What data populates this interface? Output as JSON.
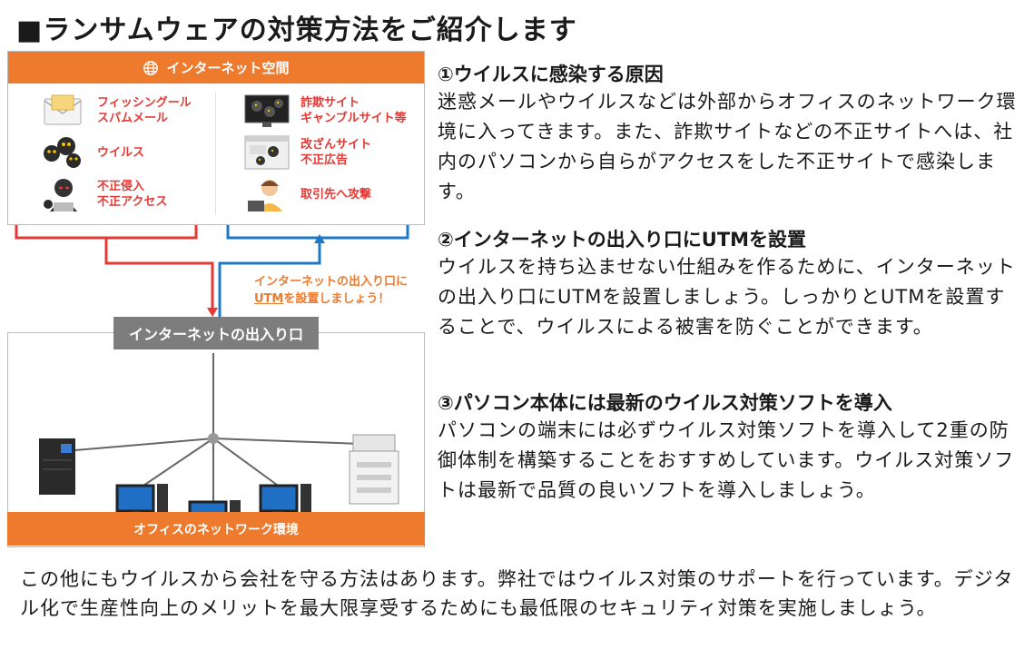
{
  "page": {
    "title": "■ランサムウェアの対策方法をご紹介します"
  },
  "diagram": {
    "header": "インターネット空間",
    "left_threats": [
      {
        "label": "フィッシングール\nスパムメール",
        "icon": "envelope-icon"
      },
      {
        "label": "ウイルス",
        "icon": "virus-icon"
      },
      {
        "label": "不正侵入\n不正アクセス",
        "icon": "hacker-icon"
      }
    ],
    "right_threats": [
      {
        "label": "詐欺サイト\nギャンブルサイト等",
        "icon": "monitor-virus-icon"
      },
      {
        "label": "改ざんサイト\n不正広告",
        "icon": "webpage-virus-icon"
      },
      {
        "label": "取引先へ攻撃",
        "icon": "worried-person-icon"
      }
    ],
    "note_line1": "インターネットの出入り口に",
    "note_line2_u": "UTM",
    "note_line2_rest": "を設置しましょう！",
    "gateway": "インターネットの出入り口",
    "footer": "オフィスのネットワーク環境",
    "colors": {
      "orange": "#ee7a2e",
      "red": "#e53935",
      "blue": "#1e78c8",
      "gray": "#7d7d7d"
    }
  },
  "sections": [
    {
      "heading": "①ウイルスに感染する原因",
      "body": "迷惑メールやウイルスなどは外部からオフィスのネットワーク環境に入ってきます。また、詐欺サイトなどの不正サイトへは、社内のパソコンから自らがアクセスをした不正サイトで感染します。"
    },
    {
      "heading": "②インターネットの出入り口にUTMを設置",
      "body": "ウイルスを持ち込ませない仕組みを作るために、インターネットの出入り口にUTMを設置しましょう。しっかりとUTMを設置することで、ウイルスによる被害を防ぐことができます。"
    },
    {
      "heading": "③パソコン本体には最新のウイルス対策ソフトを導入",
      "body": "パソコンの端末には必ずウイルス対策ソフトを導入して2重の防御体制を構築することをおすすめしています。ウイルス対策ソフトは最新で品質の良いソフトを導入しましょう。"
    }
  ],
  "closing": "この他にもウイルスから会社を守る方法はあります。弊社ではウイルス対策のサポートを行っています。デジタル化で生産性向上のメリットを最大限享受するためにも最低限のセキュリティ対策を実施しましょう。"
}
